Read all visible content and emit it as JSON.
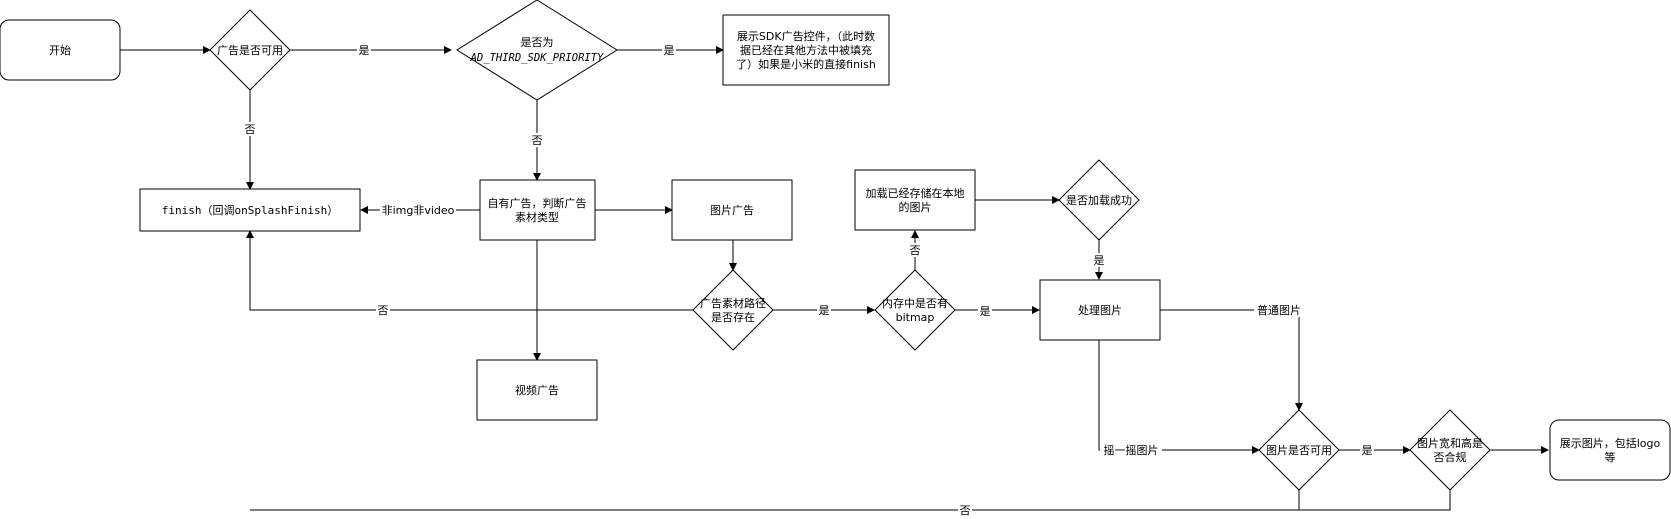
{
  "nodes": {
    "start": "开始",
    "ad_available": "广告是否可用",
    "third_sdk_line1": "是否为",
    "third_sdk_line2": "AD_THIRD_SDK_PRIORITY",
    "show_sdk_line1": "展示SDK广告控件，（此时数",
    "show_sdk_line2": "据已经在其他方法中被填充",
    "show_sdk_line3": "了）如果是小米的直接finish",
    "finish_mono": "finish",
    "finish_paren": "（回调",
    "finish_mono2": "onSplashFinish",
    "finish_close": "）",
    "own_ad_line1": "自有广告，判断广告",
    "own_ad_line2": "素材类型",
    "image_ad": "图片广告",
    "video_ad": "视频广告",
    "path_exists_line1": "广告素材路径",
    "path_exists_line2": "是否存在",
    "mem_bitmap_line1": "内存中是否有",
    "mem_bitmap_line2": "bitmap",
    "load_local_line1": "加载已经存储在本地",
    "load_local_line2": "的图片",
    "load_success": "是否加载成功",
    "process_image": "处理图片",
    "image_available": "图片是否可用",
    "size_ok_line1": "图片宽和高是",
    "size_ok_line2": "否合规",
    "show_image_line1": "展示图片，包括logo",
    "show_image_line2": "等"
  },
  "edges": {
    "yes": "是",
    "no": "否",
    "not_img_video": "非img非video",
    "normal_image": "普通图片",
    "shake_image": "摇一摇图片"
  }
}
